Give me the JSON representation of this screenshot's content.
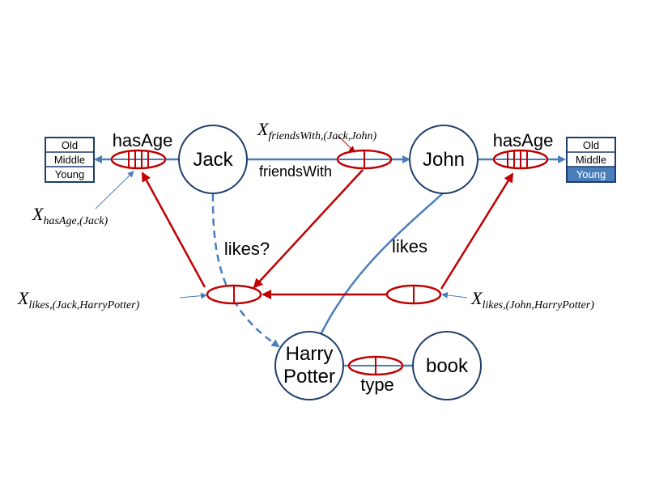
{
  "colors": {
    "blue": "#4a7ebb",
    "red": "#c00000",
    "selected_fill": "#4a7ebb"
  },
  "nodes": {
    "jack": "Jack",
    "john": "John",
    "harry_line1": "Harry",
    "harry_line2": "Potter",
    "book": "book"
  },
  "edges": {
    "jack_hasage": "hasAge",
    "john_hasage": "hasAge",
    "friends_with": "friendsWith",
    "likes_q": "likes?",
    "likes": "likes",
    "type": "type"
  },
  "age_boxes": {
    "left": [
      "Old",
      "Middle",
      "Young"
    ],
    "right": [
      "Old",
      "Middle",
      "Young"
    ],
    "right_selected": "Young"
  },
  "variables": {
    "friends_with": {
      "base": "X",
      "sub": "friendsWith,(Jack,John)"
    },
    "hasage_jack": {
      "base": "X",
      "sub": "hasAge,(Jack)"
    },
    "likes_jack": {
      "base": "X",
      "sub": "likes,(Jack,HarryPotter)"
    },
    "likes_john": {
      "base": "X",
      "sub": "likes,(John,HarryPotter)"
    }
  }
}
